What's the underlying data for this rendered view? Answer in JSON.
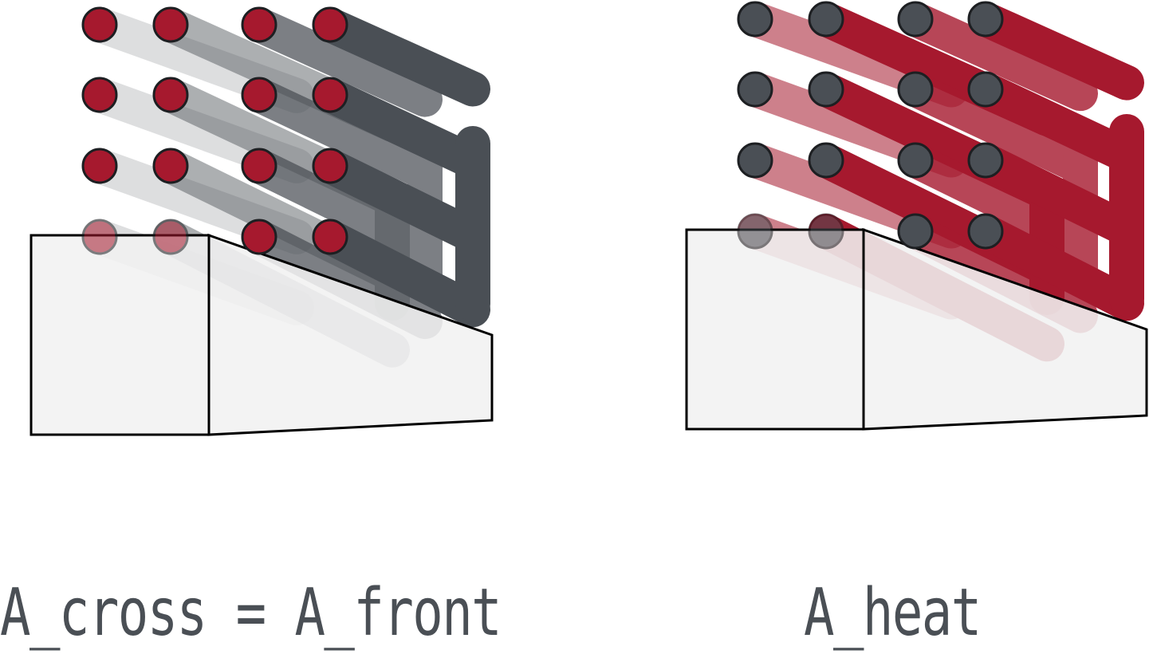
{
  "colors": {
    "crimson": "#a6192e",
    "charcoal": "#4a4f55",
    "outline": "#000000",
    "block_fill": "#f1f1f1",
    "caption": "#4a4f55"
  },
  "panels": [
    {
      "id": "cross",
      "caption": "A_cross = A_front",
      "dot_color": "crimson",
      "tube_color": "charcoal",
      "tube_opacities": [
        0.18,
        0.45,
        0.72,
        1.0
      ]
    },
    {
      "id": "heat",
      "caption": "A_heat",
      "dot_color": "charcoal",
      "tube_color": "crimson",
      "tube_opacities": [
        0.55,
        1.0,
        0.8,
        1.0
      ]
    }
  ],
  "grid": {
    "rows": 4,
    "cols": 4
  }
}
